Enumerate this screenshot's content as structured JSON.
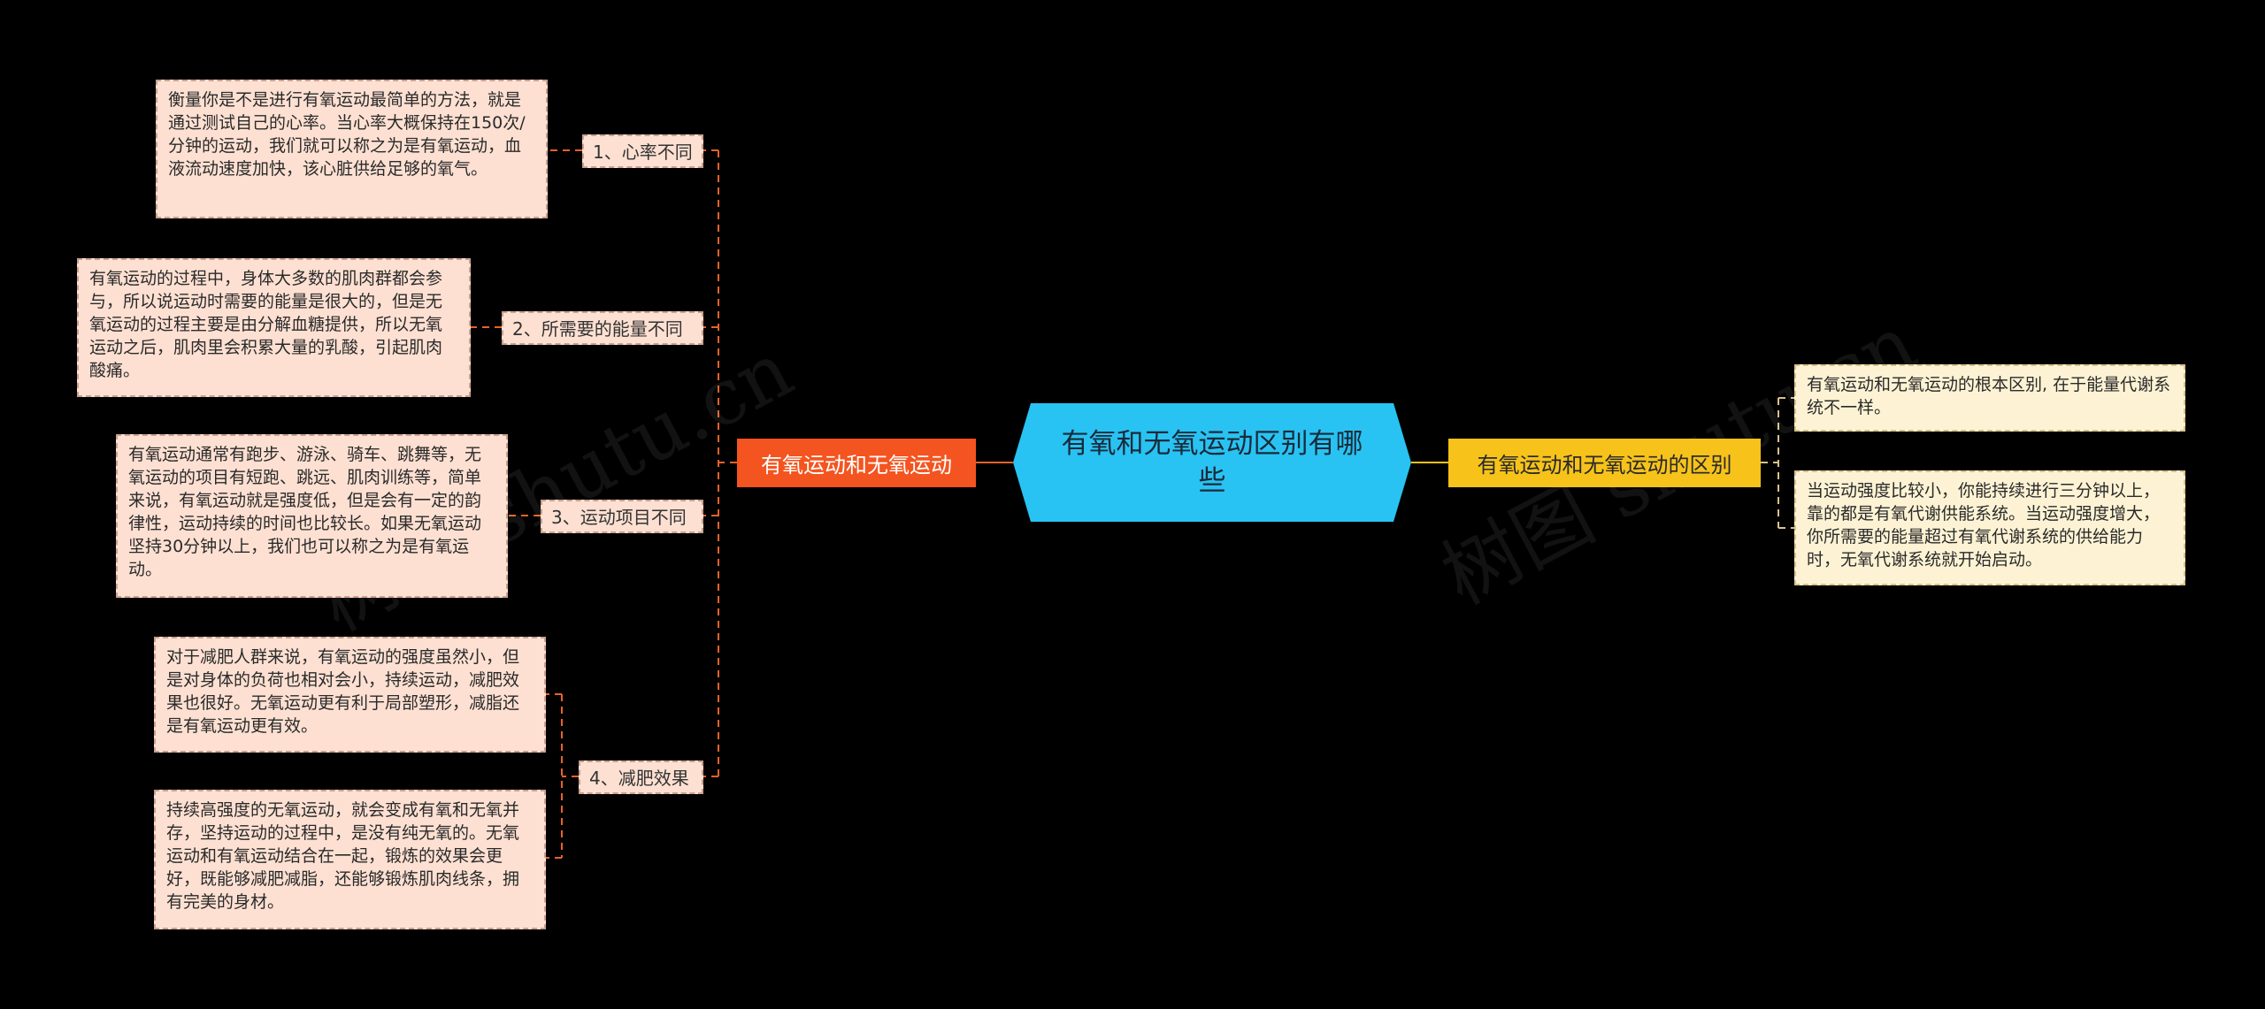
{
  "watermark": "树图 shutu.cn",
  "root": {
    "title": "有氧和无氧运动区别有哪些"
  },
  "left_branch": {
    "label": "有氧运动和无氧运动",
    "topics": [
      {
        "label": "1、心率不同",
        "details": [
          "衡量你是不是进行有氧运动最简单的方法，就是通过测试自己的心率。当心率大概保持在150次/分钟的运动，我们就可以称之为是有氧运动，血液流动速度加快，该心脏供给足够的氧气。"
        ]
      },
      {
        "label": "2、所需要的能量不同",
        "details": [
          "有氧运动的过程中，身体大多数的肌肉群都会参与，所以说运动时需要的能量是很大的，但是无氧运动的过程主要是由分解血糖提供，所以无氧运动之后，肌肉里会积累大量的乳酸，引起肌肉酸痛。"
        ]
      },
      {
        "label": "3、运动项目不同",
        "details": [
          "有氧运动通常有跑步、游泳、骑车、跳舞等，无氧运动的项目有短跑、跳远、肌肉训练等，简单来说，有氧运动就是强度低，但是会有一定的韵律性，运动持续的时间也比较长。如果无氧运动坚持30分钟以上，我们也可以称之为是有氧运动。"
        ]
      },
      {
        "label": "4、减肥效果",
        "details": [
          "对于减肥人群来说，有氧运动的强度虽然小，但是对身体的负荷也相对会小，持续运动，减肥效果也很好。无氧运动更有利于局部塑形，减脂还是有氧运动更有效。",
          "持续高强度的无氧运动，就会变成有氧和无氧并存，坚持运动的过程中，是没有纯无氧的。无氧运动和有氧运动结合在一起，锻炼的效果会更好，既能够减肥减脂，还能够锻炼肌肉线条，拥有完美的身材。"
        ]
      }
    ]
  },
  "right_branch": {
    "label": "有氧运动和无氧运动的区别",
    "details": [
      "有氧运动和无氧运动的根本区别, 在于能量代谢系统不一样。",
      "当运动强度比较小，你能持续进行三分钟以上，靠的都是有氧代谢供能系统。当运动强度增大，你所需要的能量超过有氧代谢系统的供给能力时，无氧代谢系统就开始启动。"
    ]
  },
  "colors": {
    "background": "#000000",
    "root": "#28c3f2",
    "left_branch": "#f4541f",
    "right_branch": "#f7c31a",
    "leaf_left": "#fde0d2",
    "leaf_right": "#fdf3d4",
    "connector": "#e8622a"
  }
}
